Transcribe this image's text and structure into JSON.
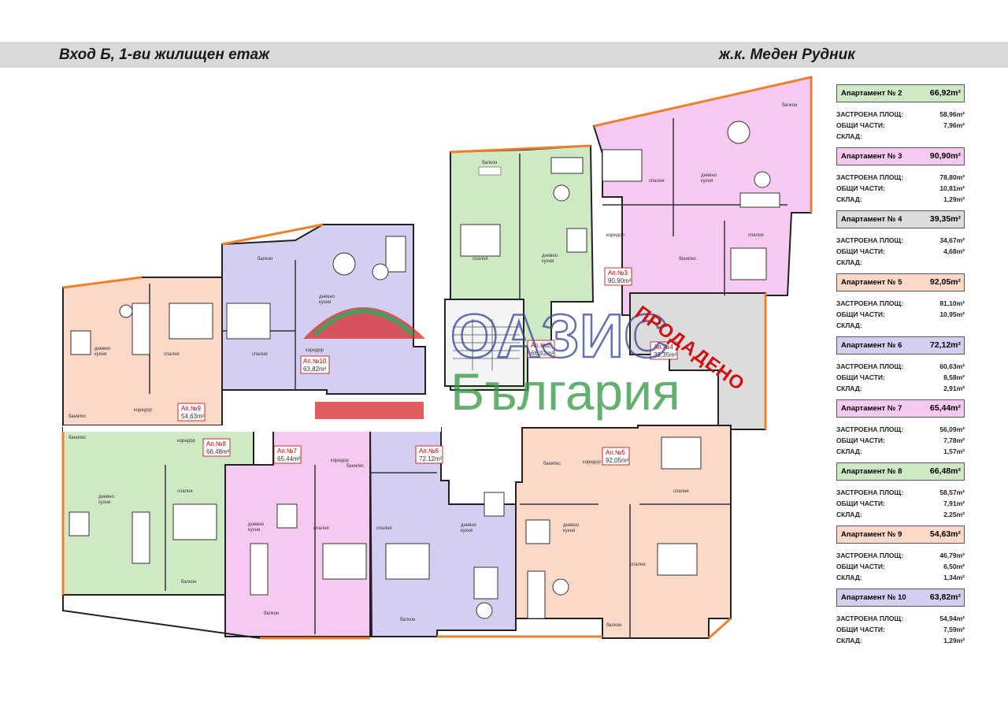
{
  "header": {
    "left_title": "Вход Б, 1-ви жилищен етаж",
    "right_title": "ж.к. Меден Рудник"
  },
  "watermark": {
    "line1": "ОАЗИС",
    "line2": "България",
    "sold_stamp": "ПРОДАДЕНО"
  },
  "colors": {
    "green": "#cfe9c4",
    "pink": "#f6c9f0",
    "purple": "#d3cff0",
    "peach": "#fbd8c8",
    "gray": "#dcdcdc",
    "orange_balcony": "#ee7f2d"
  },
  "legend_labels": {
    "built": "ЗАСТРОЕНА ПЛОЩ:",
    "common": "ОБЩИ ЧАСТИ:",
    "storage": "СКЛАД:"
  },
  "apartments": [
    {
      "name": "Апартамент № 2",
      "area": "66,92m²",
      "built": "58,96m²",
      "common": "7,96m²",
      "storage": "",
      "color": "#cfe9c4"
    },
    {
      "name": "Апартамент № 3",
      "area": "90,90m²",
      "built": "78,80m²",
      "common": "10,81m²",
      "storage": "1,29m²",
      "color": "#f6c9f0"
    },
    {
      "name": "Апартамент № 4",
      "area": "39,35m²",
      "built": "34,67m²",
      "common": "4,68m²",
      "storage": "",
      "color": "#dcdcdc"
    },
    {
      "name": "Апартамент № 5",
      "area": "92,05m²",
      "built": "81,10m²",
      "common": "10,95m²",
      "storage": "",
      "color": "#fbd8c8"
    },
    {
      "name": "Апартамент № 6",
      "area": "72,12m²",
      "built": "60,63m²",
      "common": "8,58m²",
      "storage": "2,91m²",
      "color": "#d3cff0"
    },
    {
      "name": "Апартамент № 7",
      "area": "65,44m²",
      "built": "56,09m²",
      "common": "7,78m²",
      "storage": "1,57m²",
      "color": "#f6c9f0"
    },
    {
      "name": "Апартамент № 8",
      "area": "66,48m²",
      "built": "58,57m²",
      "common": "7,91m²",
      "storage": "2,25m²",
      "color": "#cfe9c4"
    },
    {
      "name": "Апартамент № 9",
      "area": "54,63m²",
      "built": "46,79m²",
      "common": "6,50m²",
      "storage": "1,34m²",
      "color": "#fbd8c8"
    },
    {
      "name": "Апартамент № 10",
      "area": "63,82m²",
      "built": "54,94m²",
      "common": "7,59m²",
      "storage": "1,29m²",
      "color": "#d3cff0"
    }
  ],
  "plan_labels": {
    "ap2": "Ап.№2",
    "ap2_area": "66,92m²",
    "ap3": "Ап.№3",
    "ap3_area": "90,90m²",
    "ap4": "Ап.№4",
    "ap4_area": "39,35m²",
    "ap5": "Ап.№5",
    "ap5_area": "92,05m²",
    "ap6": "Ап.№6",
    "ap6_area": "72,12m²",
    "ap7": "Ап.№7",
    "ap7_area": "65,44m²",
    "ap8": "Ап.№8",
    "ap8_area": "66,48m²",
    "ap9": "Ап.№9",
    "ap9_area": "54,63m²",
    "ap10": "Ап.№10",
    "ap10_area": "63,82m²",
    "balkon": "балкон",
    "spalnya": "спалня",
    "dnevno": "дневно",
    "kuhnya": "кухня",
    "koridor": "коридор",
    "banya": "баня/wc"
  }
}
